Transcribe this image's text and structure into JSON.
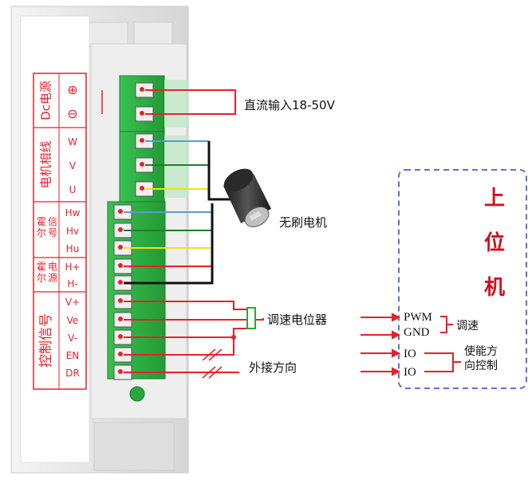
{
  "panel": {
    "groups": [
      {
        "name": "Dc电源",
        "pins": [
          "⊕",
          "⊖"
        ]
      },
      {
        "name": "电机相线",
        "pins": [
          "W",
          "V",
          "U"
        ]
      },
      {
        "name": "霍尔信号",
        "pins": [
          "Hw",
          "Hv",
          "Hu"
        ]
      },
      {
        "name": "霍尔电源",
        "pins": [
          "H+",
          "H-"
        ]
      },
      {
        "name": "控制信号",
        "pins": [
          "V+",
          "Ve",
          "V-",
          "EN",
          "DR"
        ]
      }
    ]
  },
  "labels": {
    "dc_input": "直流输入18-50V",
    "motor": "无刷电机",
    "potentiometer": "调速电位器",
    "direction": "外接方向"
  },
  "host": {
    "title_chars": [
      "上",
      "位",
      "机"
    ],
    "ports": [
      "PWM",
      "GND",
      "IO",
      "IO"
    ],
    "speed": "调速",
    "enable_dir_1": "使能方",
    "enable_dir_2": "向控制"
  },
  "colors": {
    "red": "#e8202a",
    "green_connector": "#2eb845",
    "blue_wire": "#5b9bd5",
    "green_wire": "#1e7d2e",
    "yellow_wire": "#f0e020",
    "black_wire": "#111111",
    "dashed_box": "#6b6bd6"
  }
}
